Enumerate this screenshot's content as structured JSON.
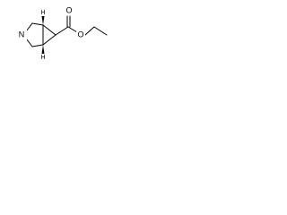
{
  "molecule": {
    "atoms": {
      "nitrogen": "N",
      "hydrogen_top": "H",
      "hydrogen_bottom": "H",
      "carbonyl_oxygen": "O",
      "ester_oxygen": "O"
    }
  }
}
